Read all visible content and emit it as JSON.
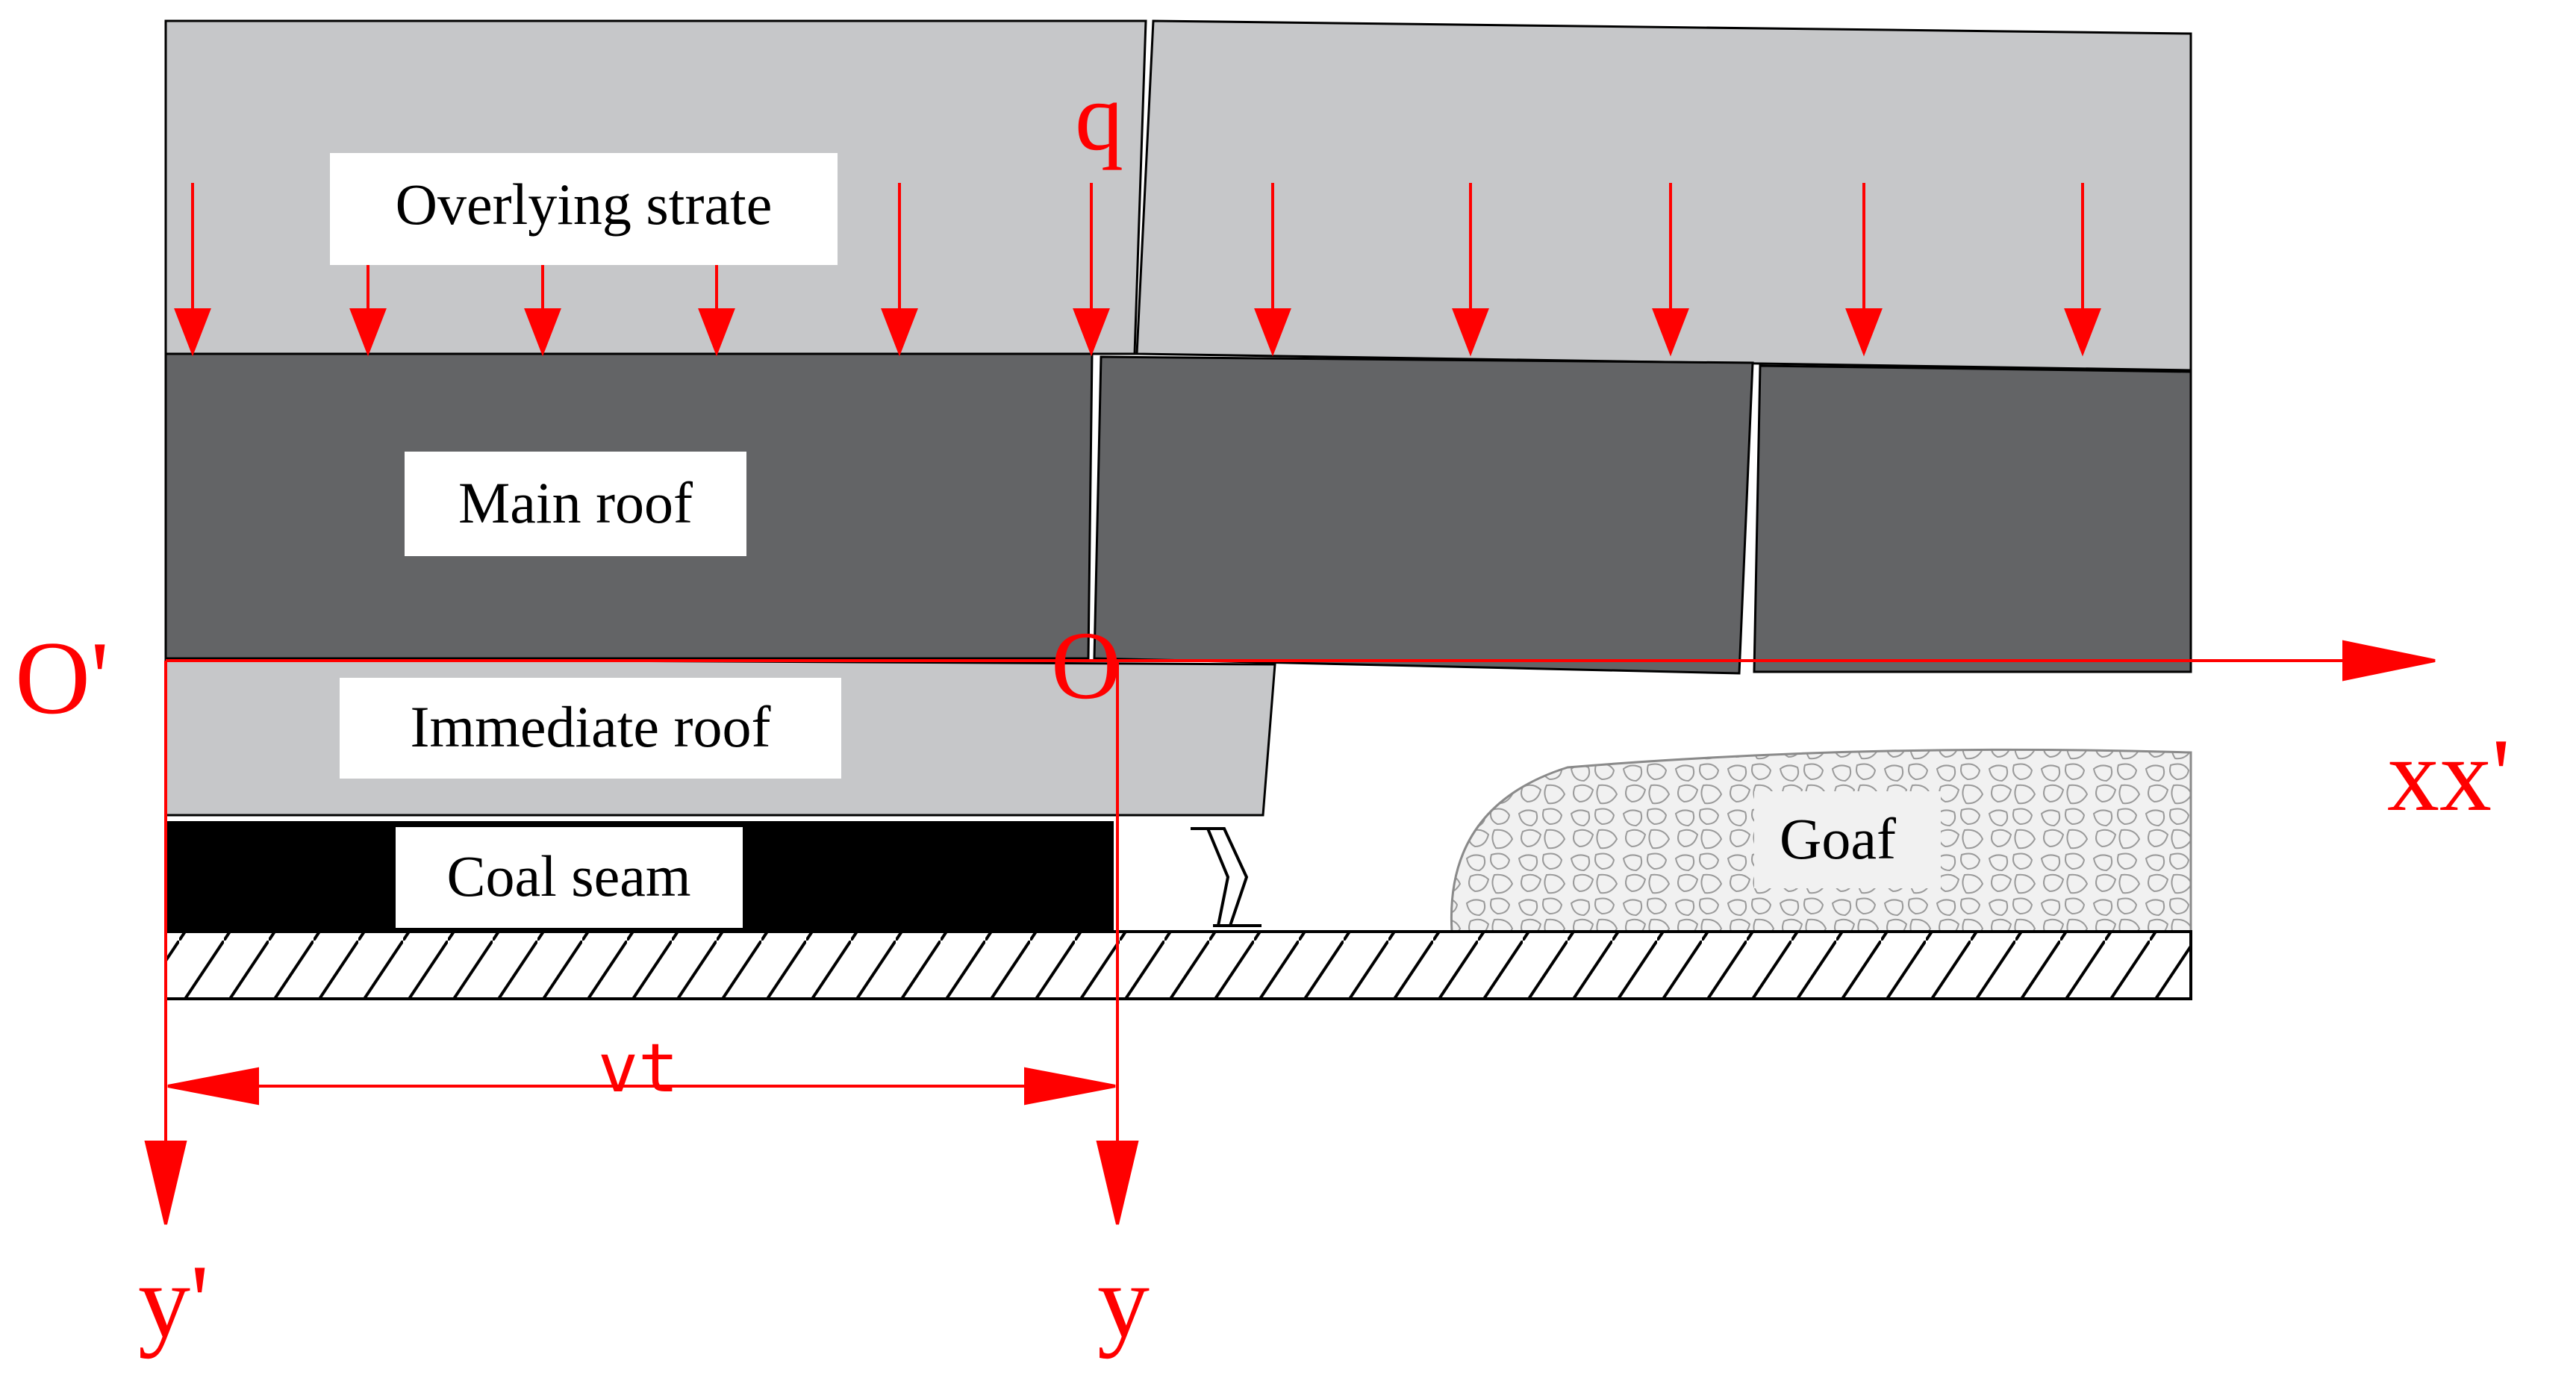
{
  "labels": {
    "overlying": "Overlying strate",
    "main_roof": "Main roof",
    "immediate_roof": "Immediate roof",
    "coal_seam": "Coal seam",
    "goaf": "Goaf"
  },
  "axes": {
    "q": "q",
    "o_prime": "O'",
    "o": "O",
    "xx_prime": "xx'",
    "y_prime": "y'",
    "y": "y",
    "vt": "vt"
  },
  "colors": {
    "overlying": "#c6c7c9",
    "main_roof": "#636466",
    "immediate_roof": "#c6c7c9",
    "coal_seam": "#000000",
    "goaf_fill": "#eeeeee",
    "annotation": "#ff0000"
  }
}
